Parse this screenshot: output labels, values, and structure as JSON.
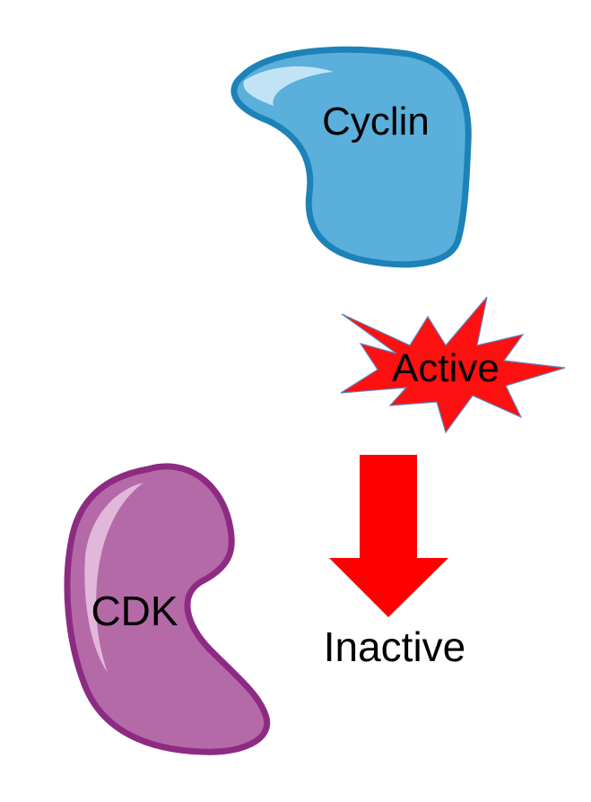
{
  "labels": {
    "cyclin": "Cyclin",
    "active": "Active",
    "inactive": "Inactive",
    "cdk": "CDK"
  },
  "colors": {
    "cyclin_fill": "#5aafdb",
    "cyclin_edge": "#1d82b8",
    "cyclin_highlight": "#c2e3f6",
    "cdk_fill": "#b56aa8",
    "cdk_edge": "#8d2b82",
    "cdk_highlight": "#e2b8da",
    "burst_fill": "#ff1010",
    "burst_edge": "#5b86c4",
    "arrow_fill": "#ff0000"
  },
  "icons": {
    "cyclin_shape": "cyclin-protein-icon",
    "cdk_shape": "cdk-protein-icon",
    "burst_shape": "starburst-icon",
    "arrow_shape": "arrow-down-icon"
  }
}
